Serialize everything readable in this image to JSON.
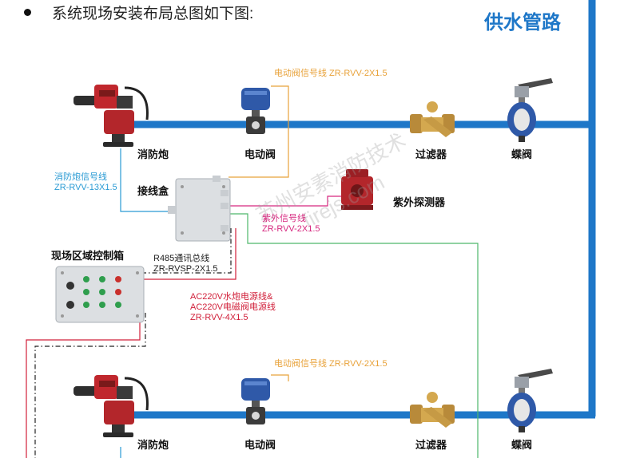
{
  "heading": "系统现场安装布局总图如下图:",
  "title": "供水管路",
  "top_row": {
    "cannon_label": "消防炮",
    "valve_label": "电动阀",
    "filter_label": "过滤器",
    "butterfly_label": "蝶阀",
    "valve_signal_line": "电动阀信号线 ZR-RVV-2X1.5"
  },
  "cannon_signal": {
    "line1": "消防炮信号线",
    "line2": "ZR-RVV-13X1.5"
  },
  "junction_box_label": "接线盒",
  "uv_detector_label": "紫外探测器",
  "uv_signal": {
    "line1": "紫外信号线",
    "line2": "ZR-RVV-2X1.5"
  },
  "control_box_label": "现场区域控制箱",
  "rs485": {
    "line1": "R485通讯总线",
    "line2": "ZR-RVSP-2X1.5"
  },
  "power": {
    "line1": "AC220V水炮电源线&",
    "line2": "AC220V电磁阀电源线",
    "line3": "ZR-RVV-4X1.5"
  },
  "bottom_row": {
    "cannon_label": "消防炮",
    "valve_label": "电动阀",
    "filter_label": "过滤器",
    "butterfly_label": "蝶阀",
    "valve_signal_line": "电动阀信号线 ZR-RVV-2X1.5"
  },
  "watermark": {
    "line1": "苏州安素消防技术",
    "line2": "firejs.com"
  },
  "colors": {
    "pipe": "#1e77c8",
    "valve_signal": "#e8a23a",
    "cannon_signal": "#2a9bd4",
    "uv_signal": "#d6287f",
    "power": "#d1203a",
    "uv_to_bottom": "#4db86a",
    "rs485": "#222222"
  }
}
